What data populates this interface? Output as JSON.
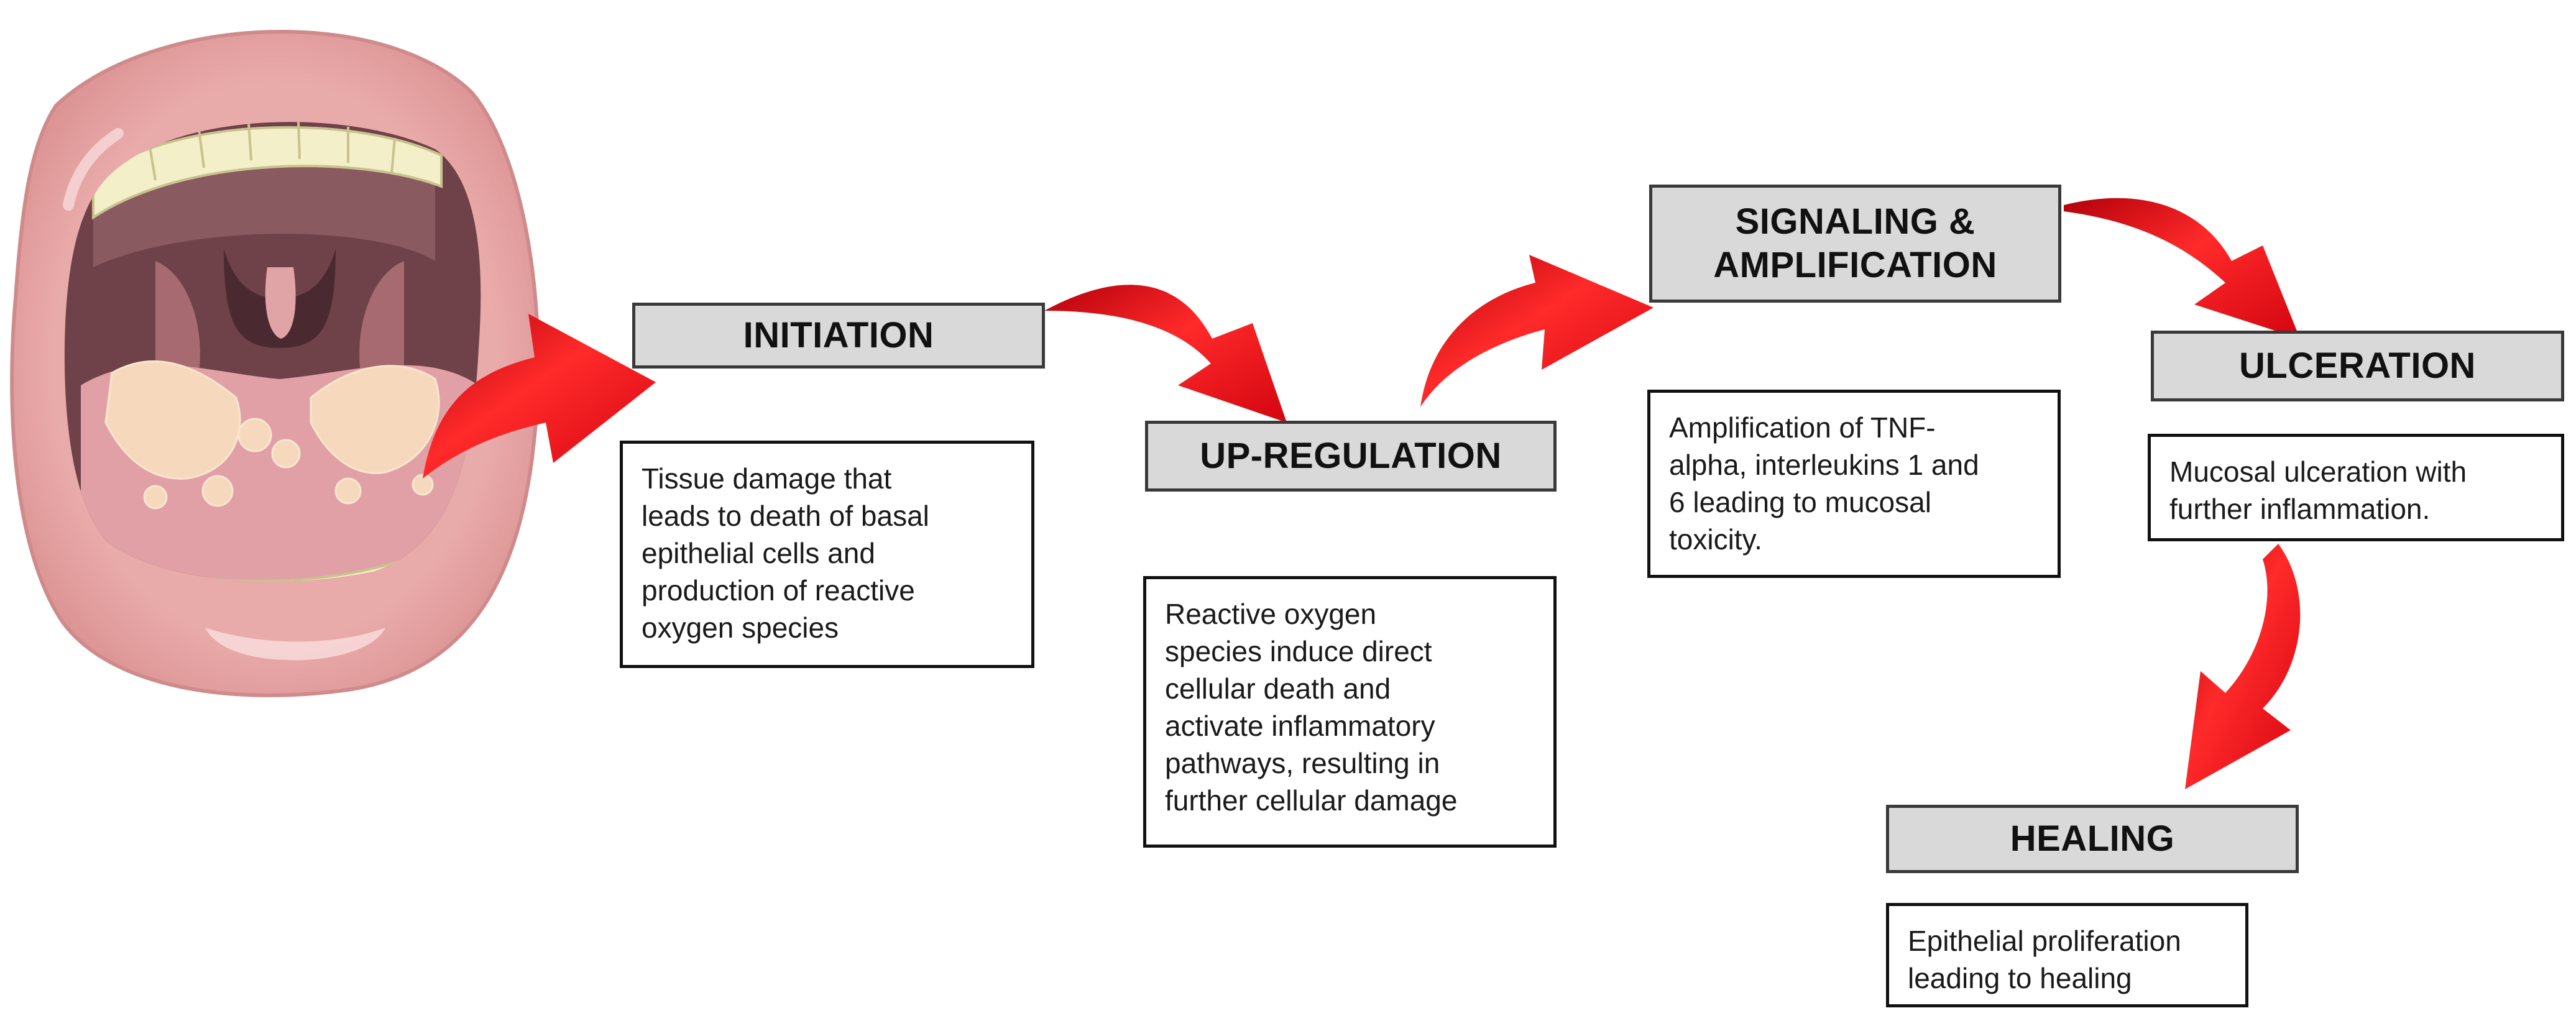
{
  "colors": {
    "arrow": "#e8101a",
    "stage_fill": "#d9d9d9",
    "lips": "#e7a9a8",
    "mouth_interior": "#7a4d52",
    "teeth": "#f3efc9",
    "lesions": "#f6d9bd"
  },
  "illustration": {
    "icon": "open-mouth-with-oral-lesions-icon"
  },
  "stages": [
    {
      "id": "initiation",
      "title": [
        "INITIATION"
      ],
      "description": [
        "Tissue damage that",
        "leads to death of basal",
        "epithelial cells and",
        "production of reactive",
        "oxygen  species"
      ]
    },
    {
      "id": "up-regulation",
      "title": [
        "UP-REGULATION"
      ],
      "description": [
        "Reactive oxygen",
        "species induce direct",
        "cellular death and",
        "activate inflammatory",
        "pathways, resulting in",
        "further  cellular damage"
      ]
    },
    {
      "id": "signaling-amplification",
      "title": [
        "SIGNALING &",
        "AMPLIFICATION"
      ],
      "description": [
        "Amplification of TNF-",
        "alpha,  interleukins  1 and",
        "6 leading to mucosal",
        "toxicity."
      ]
    },
    {
      "id": "ulceration",
      "title": [
        "ULCERATION"
      ],
      "description": [
        "Mucosal ulceration with",
        "further  inflammation."
      ]
    },
    {
      "id": "healing",
      "title": [
        "HEALING"
      ],
      "description": [
        "Epithelial proliferation",
        "leading to healing"
      ]
    }
  ]
}
